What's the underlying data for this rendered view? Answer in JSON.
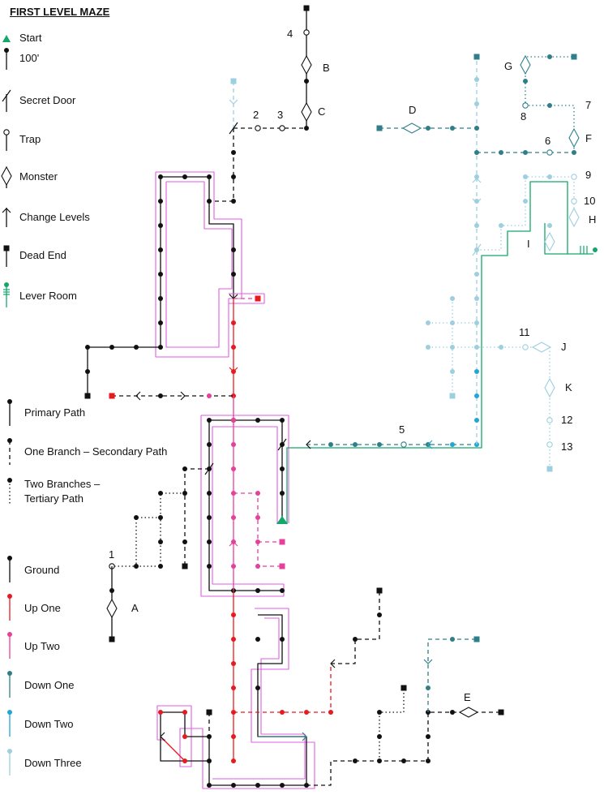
{
  "title": "FIRST LEVEL MAZE",
  "colors": {
    "ground": "#111111",
    "up_one": "#e8191f",
    "up_two": "#e6409b",
    "down_one": "#2f7f8a",
    "down_two": "#1fa7d6",
    "down_three": "#9ccfe0",
    "lever": "#13a86a",
    "highlight": "#e05ee0"
  },
  "legend_symbols": [
    {
      "icon": "start-icon",
      "label": "Start"
    },
    {
      "icon": "distance-icon",
      "label": "100'"
    },
    {
      "icon": "secret-door-icon",
      "label": "Secret Door"
    },
    {
      "icon": "trap-icon",
      "label": "Trap"
    },
    {
      "icon": "monster-icon",
      "label": "Monster"
    },
    {
      "icon": "change-levels-icon",
      "label": "Change Levels"
    },
    {
      "icon": "dead-end-icon",
      "label": "Dead End"
    },
    {
      "icon": "lever-room-icon",
      "label": "Lever Room"
    }
  ],
  "legend_paths": [
    {
      "style": "solid",
      "label": "Primary Path"
    },
    {
      "style": "dashed",
      "label": "One Branch – Secondary Path"
    },
    {
      "style": "dotted",
      "label_line1": "Two Branches –",
      "label_line2": "Tertiary Path"
    }
  ],
  "legend_levels": [
    {
      "key": "ground",
      "label": "Ground"
    },
    {
      "key": "up_one",
      "label": "Up One"
    },
    {
      "key": "up_two",
      "label": "Up Two"
    },
    {
      "key": "down_one",
      "label": "Down One"
    },
    {
      "key": "down_two",
      "label": "Down Two"
    },
    {
      "key": "down_three",
      "label": "Down Three"
    }
  ],
  "map_labels": [
    "1",
    "2",
    "3",
    "4",
    "5",
    "6",
    "7",
    "8",
    "9",
    "10",
    "11",
    "12",
    "13",
    "A",
    "B",
    "C",
    "D",
    "E",
    "F",
    "G",
    "H",
    "I",
    "J",
    "K"
  ]
}
